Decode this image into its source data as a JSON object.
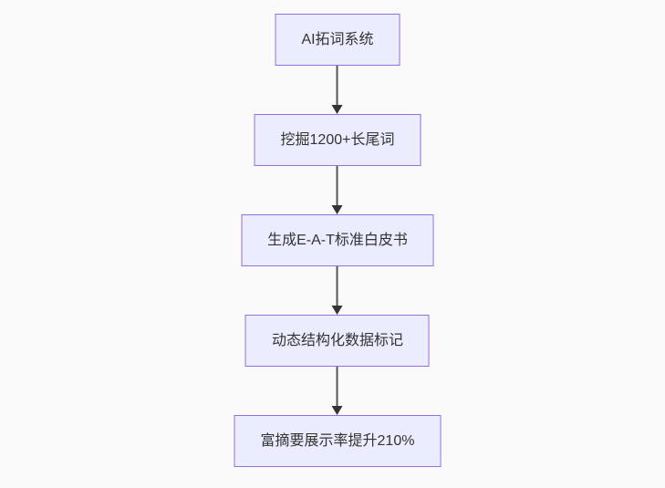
{
  "diagram": {
    "type": "flowchart-top-down",
    "nodes": [
      {
        "id": "step-1",
        "label": "AI拓词系统"
      },
      {
        "id": "step-2",
        "label": "挖掘1200+长尾词"
      },
      {
        "id": "step-3",
        "label": "生成E-A-T标准白皮书"
      },
      {
        "id": "step-4",
        "label": "动态结构化数据标记"
      },
      {
        "id": "step-5",
        "label": "富摘要展示率提升210%"
      }
    ],
    "edges": [
      {
        "from": "step-1",
        "to": "step-2",
        "style": "arrow-down"
      },
      {
        "from": "step-2",
        "to": "step-3",
        "style": "arrow-down"
      },
      {
        "from": "step-3",
        "to": "step-4",
        "style": "arrow-down"
      },
      {
        "from": "step-4",
        "to": "step-5",
        "style": "arrow-down"
      }
    ],
    "colors": {
      "background": "#fafafa",
      "node_fill": "#ececff",
      "node_border": "#9370db",
      "node_text": "#333333",
      "edge_line": "#555555",
      "arrowhead": "#333333"
    }
  }
}
